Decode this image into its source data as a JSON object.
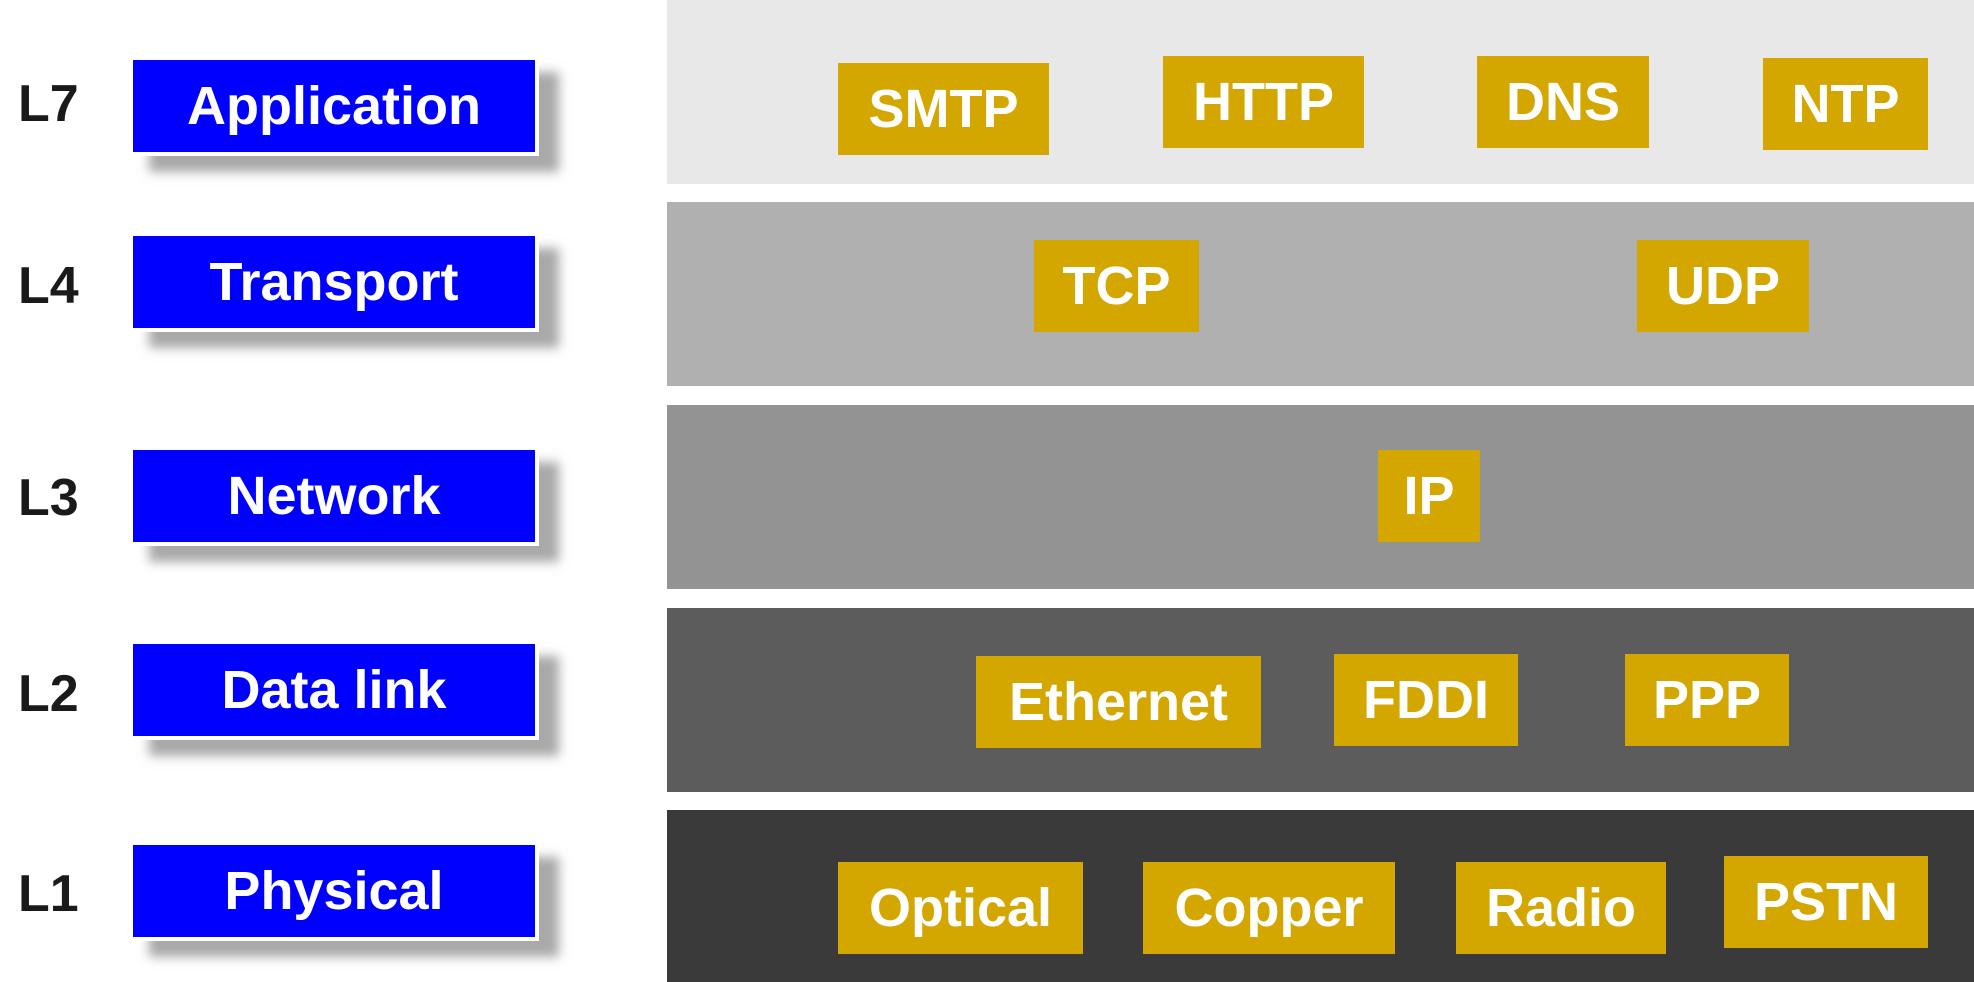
{
  "layers": [
    {
      "id": "L7",
      "name": "Application",
      "protocols": [
        "SMTP",
        "HTTP",
        "DNS",
        "NTP"
      ]
    },
    {
      "id": "L4",
      "name": "Transport",
      "protocols": [
        "TCP",
        "UDP"
      ]
    },
    {
      "id": "L3",
      "name": "Network",
      "protocols": [
        "IP"
      ]
    },
    {
      "id": "L2",
      "name": "Data link",
      "protocols": [
        "Ethernet",
        "FDDI",
        "PPP"
      ]
    },
    {
      "id": "L1",
      "name": "Physical",
      "protocols": [
        "Optical",
        "Copper",
        "Radio",
        "PSTN"
      ]
    }
  ],
  "colors": {
    "layer_box": "#0000ff",
    "protocol_chip": "#d3a600",
    "band_l7": "#e8e8e8",
    "band_l4": "#b0b0b0",
    "band_l3": "#939393",
    "band_l2": "#5c5c5c",
    "band_l1": "#3a3a3a"
  }
}
